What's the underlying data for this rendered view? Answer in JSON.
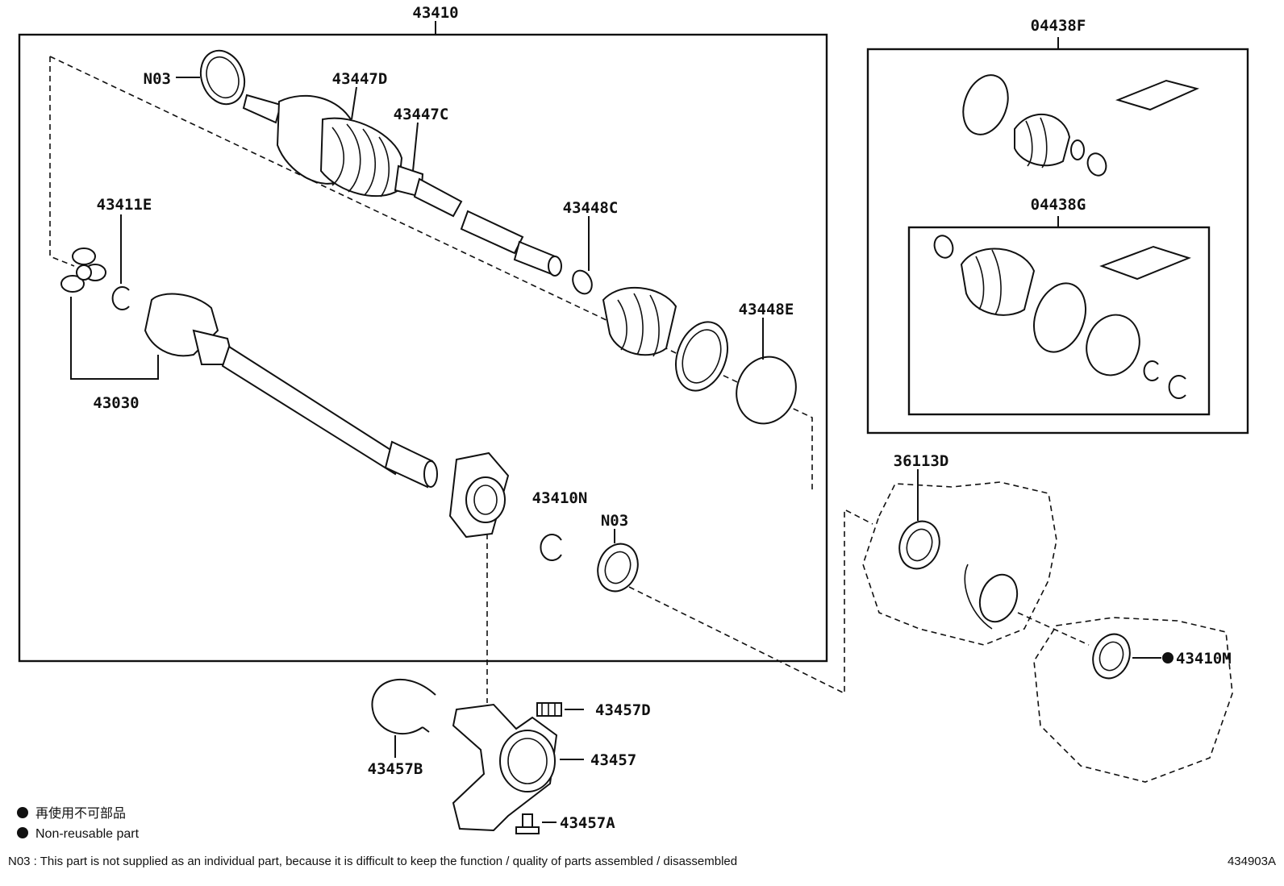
{
  "labels": {
    "assembly": "43410",
    "kit_f": "04438F",
    "kit_g": "04438G",
    "n03_top": "N03",
    "boot_outer": "43447D",
    "clamp_outer": "43447C",
    "snap_ring_e": "43411E",
    "clamp_c": "43448C",
    "clamp_e": "43448E",
    "inner_joint": "43030",
    "bearing_n": "43410N",
    "n03_mid": "N03",
    "seal_36113d": "36113D",
    "seal_43410m": "43410M",
    "bolt_d": "43457D",
    "bracket": "43457",
    "ring_b": "43457B",
    "bolt_a": "43457A"
  },
  "legend": {
    "line1": "再使用不可部品",
    "line2": "Non-reusable part"
  },
  "footer": {
    "note": "N03 : This part is not supplied as an individual part, because it is difficult to keep the function / quality of parts  assembled / disassembled",
    "diagram_id": "434903A"
  },
  "icons": {
    "bullet": "filled-circle-icon"
  }
}
